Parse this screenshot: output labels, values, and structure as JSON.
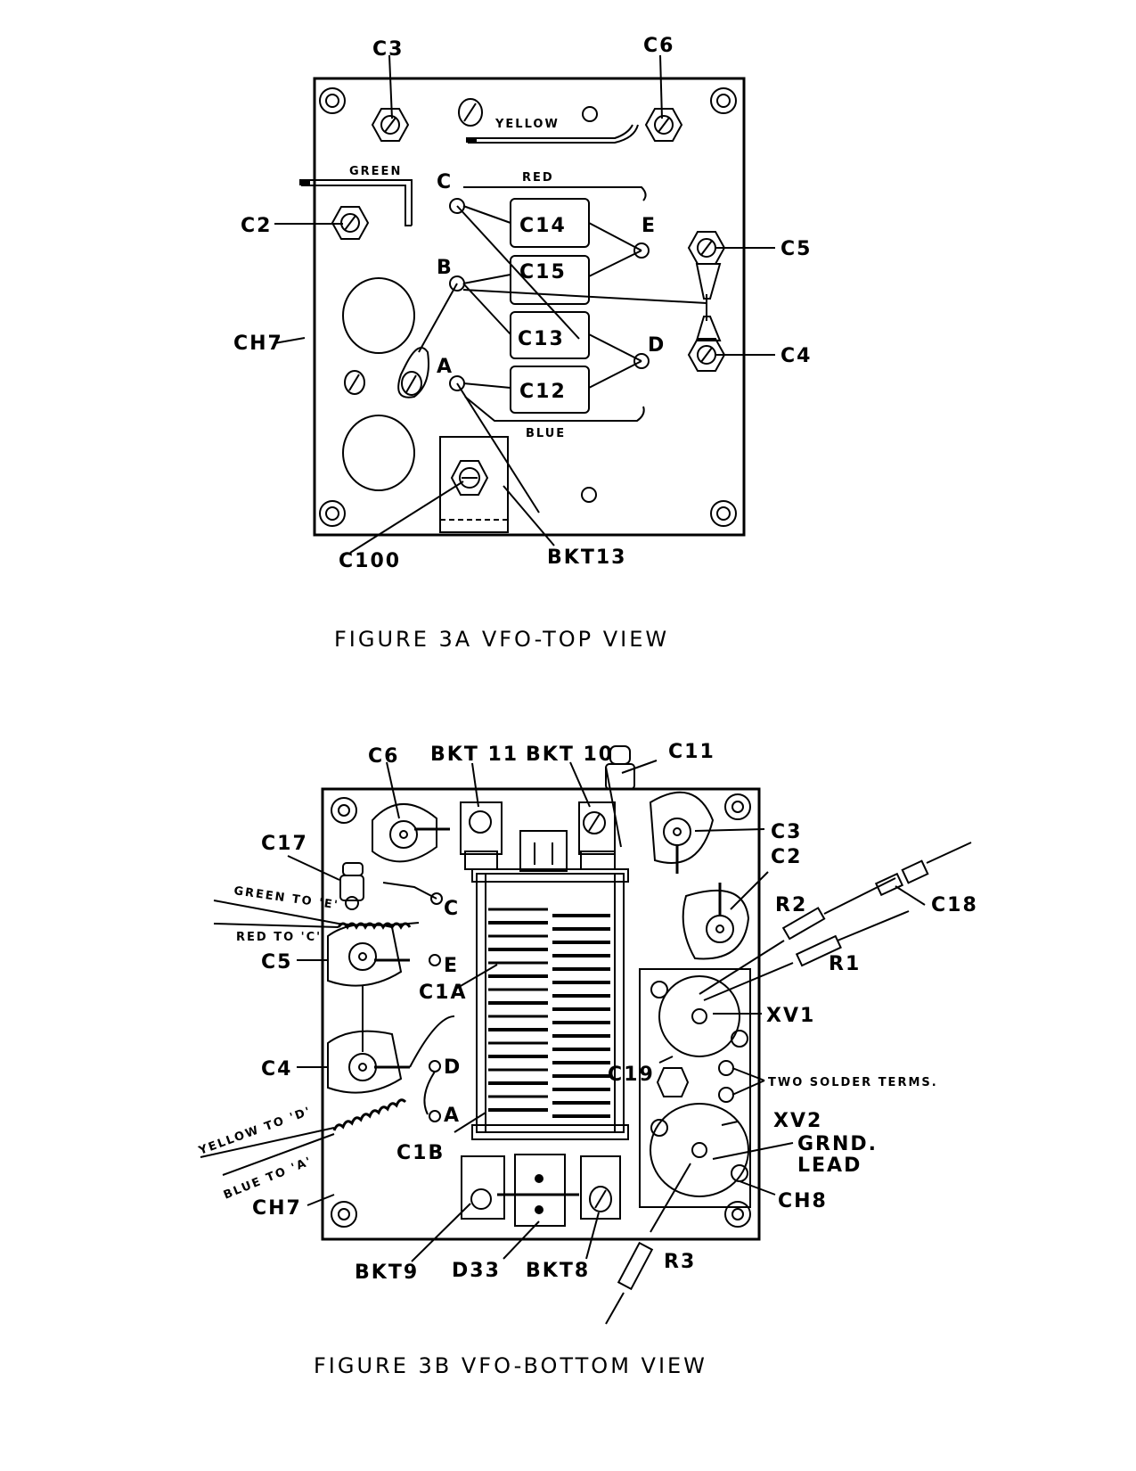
{
  "figure_a": {
    "caption": "FIGURE 3A  VFO-TOP VIEW",
    "labels": {
      "c3": "C3",
      "c6": "C6",
      "c2": "C2",
      "c5": "C5",
      "c4": "C4",
      "ch7": "CH7",
      "c100": "C100",
      "bkt13": "BKT13",
      "c14": "C14",
      "c15": "C15",
      "c13": "C13",
      "c12": "C12",
      "term_a": "A",
      "term_b": "B",
      "term_c": "C",
      "term_d": "D",
      "term_e": "E"
    },
    "wires": {
      "yellow": "YELLOW",
      "green": "GREEN",
      "red": "RED",
      "blue": "BLUE"
    }
  },
  "figure_b": {
    "caption": "FIGURE 3B  VFO-BOTTOM VIEW",
    "labels": {
      "c6": "C6",
      "bkt11": "BKT 11",
      "bkt10": "BKT 10",
      "c11": "C11",
      "c3": "C3",
      "c2": "C2",
      "c17": "C17",
      "c18": "C18",
      "r2": "R2",
      "r1": "R1",
      "c5": "C5",
      "c1a": "C1A",
      "xv1": "XV1",
      "c4": "C4",
      "c19": "C19",
      "two_solder_terms": "TWO SOLDER TERMS.",
      "xv2": "XV2",
      "grnd_lead_1": "GRND.",
      "grnd_lead_2": "LEAD",
      "c1b": "C1B",
      "ch7": "CH7",
      "ch8": "CH8",
      "bkt9": "BKT9",
      "d33": "D33",
      "bkt8": "BKT8",
      "r3": "R3",
      "term_a": "A",
      "term_c": "C",
      "term_d": "D",
      "term_e": "E"
    },
    "wires": {
      "green_to_e": "GREEN TO 'E'",
      "red_to_c": "RED TO 'C'",
      "yellow_to_d": "YELLOW TO 'D'",
      "blue_to_a": "BLUE TO 'A'"
    }
  }
}
